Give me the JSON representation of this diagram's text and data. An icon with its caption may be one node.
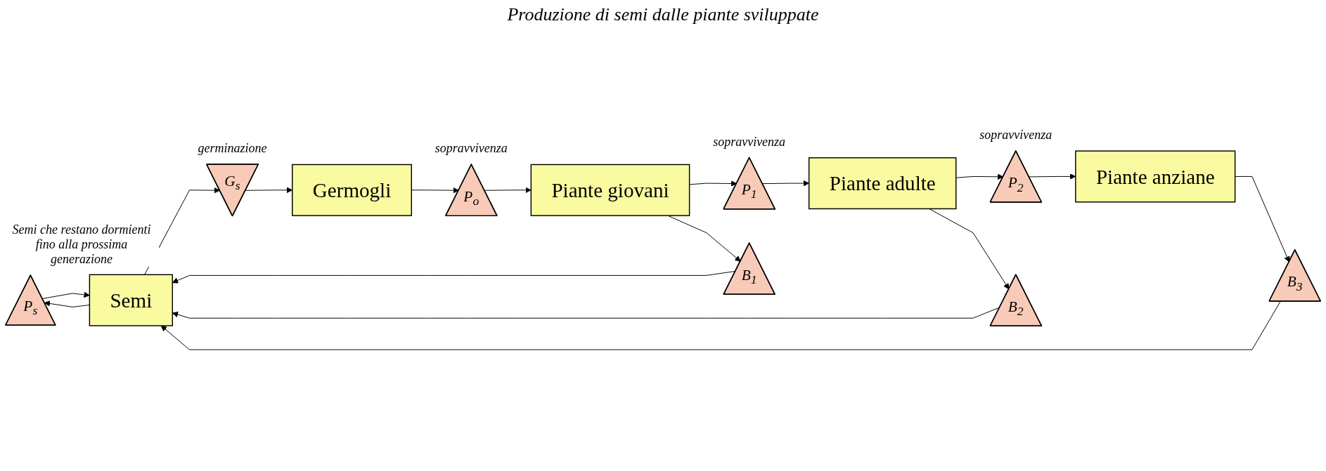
{
  "diagram": {
    "nodes": [
      {
        "text": [
          "P$_{s}$"
        ],
        "beside": [
          "Semi che restano dormienti fino alla prossima generazione"
        ]
      },
      {
        "text": [
          "Semi"
        ]
      },
      {
        "text": [
          "G$_{s}$"
        ],
        "beside": [
          "germinazione"
        ]
      },
      {
        "text": [
          "Germogli"
        ]
      },
      {
        "text": [
          "P$_{o}$"
        ],
        "beside": [
          "sopravvivenza"
        ]
      },
      {
        "text": [
          "Piante giovani"
        ]
      },
      {
        "text": [
          "P$_{1}$"
        ],
        "beside": [
          "sopravvivenza"
        ]
      },
      {
        "text": [
          "Piante adulte"
        ]
      },
      {
        "text": [
          "P$_{2}$"
        ],
        "beside": [
          "sopravvivenza"
        ]
      },
      {
        "text": [
          "Piante anziane"
        ]
      },
      {
        "text": [
          "B$_{1}$"
        ]
      },
      {
        "text": [
          "B$_{2}$"
        ]
      },
      {
        "text": [
          "B$_{3}$"
        ]
      }
    ],
    "edges": [
      {
        "from": 1,
        "to": 0,
        "arrow": "to"
      },
      {
        "from": 0,
        "to": 1,
        "arrow": "to"
      },
      {
        "from": 1,
        "to": 2,
        "arrow": "to"
      },
      {
        "from": 2,
        "to": 3,
        "arrow": "to"
      },
      {
        "from": 3,
        "to": 4,
        "arrow": "to"
      },
      {
        "from": 4,
        "to": 5,
        "arrow": "to"
      },
      {
        "from": 5,
        "to": 6,
        "arrow": "to"
      },
      {
        "from": 6,
        "to": 7,
        "arrow": "to"
      },
      {
        "from": 7,
        "to": 8,
        "arrow": "to"
      },
      {
        "from": 8,
        "to": 9,
        "arrow": "to"
      },
      {
        "from": 5,
        "to": 10,
        "arrow": "to"
      },
      {
        "from": 7,
        "to": 11,
        "arrow": "to"
      },
      {
        "from": 9,
        "to": 12,
        "arrow": "to"
      },
      {
        "from": 10,
        "to": 1,
        "arrow": "to"
      },
      {
        "from": 11,
        "to": 1,
        "arrow": "to"
      },
      {
        "from": 12,
        "to": 1,
        "arrow": "to"
      }
    ],
    "labels": [
      "Produzione di semi dalle piante sviluppate"
    ]
  }
}
